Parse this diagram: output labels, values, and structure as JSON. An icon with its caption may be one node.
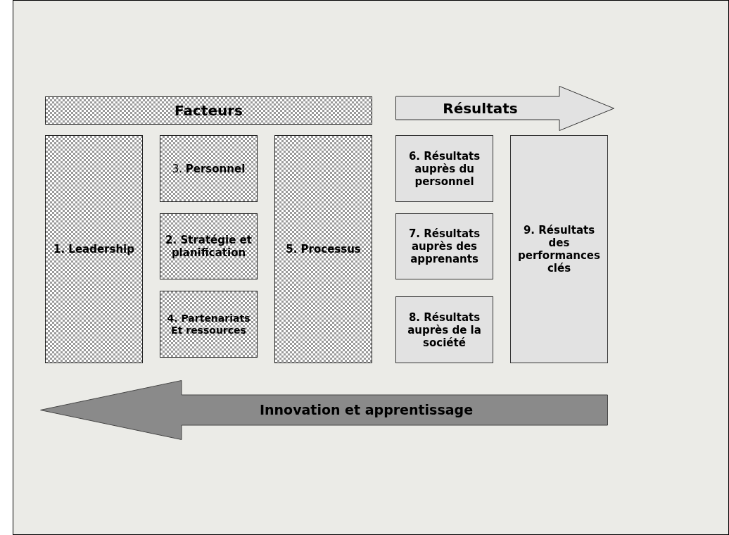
{
  "diagram": {
    "nodes": [
      {
        "text": [
          "Facteurs"
        ]
      },
      {
        "text": [
          "Résultats"
        ]
      },
      {
        "text": [
          "1. Leadership"
        ]
      },
      {
        "text": [
          "3. **Personnel**"
        ]
      },
      {
        "text": [
          "2. Stratégie et planification"
        ]
      },
      {
        "text": [
          "4. Partenariats Et ressources"
        ]
      },
      {
        "text": [
          "5. Processus"
        ]
      },
      {
        "text": [
          "6. Résultats auprès du personnel"
        ]
      },
      {
        "text": [
          "7. Résultats auprès des apprenants"
        ]
      },
      {
        "text": [
          "8. Résultats auprès de la société"
        ]
      },
      {
        "text": [
          "9. Résultats des performances clés"
        ]
      },
      {
        "text": [
          "Innovation et apprentissage"
        ]
      }
    ],
    "edges": []
  }
}
